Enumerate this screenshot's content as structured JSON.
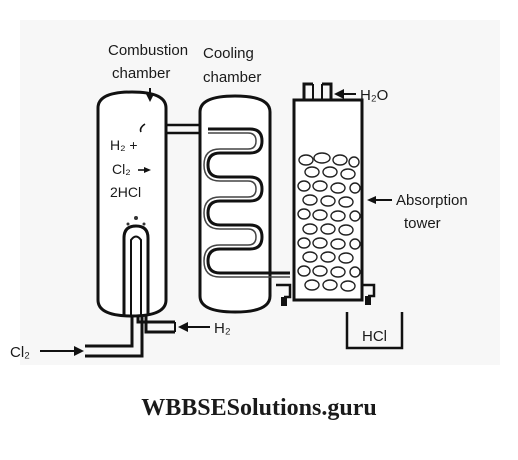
{
  "labels": {
    "combustion_line1": "Combustion",
    "combustion_line2": "chamber",
    "cooling_line1": "Cooling",
    "cooling_line2": "chamber",
    "h2_water": "H₂O",
    "h2_plus": "H₂ +",
    "cl2": "Cl₂",
    "hcl_2": "2HCl",
    "absorption_line1": "Absorption",
    "absorption_line2": "tower",
    "h2_inlet": "H₂",
    "cl2_inlet": "Cl₂",
    "hcl_product": "HCl"
  },
  "watermark": "WBBSESolutions.guru"
}
